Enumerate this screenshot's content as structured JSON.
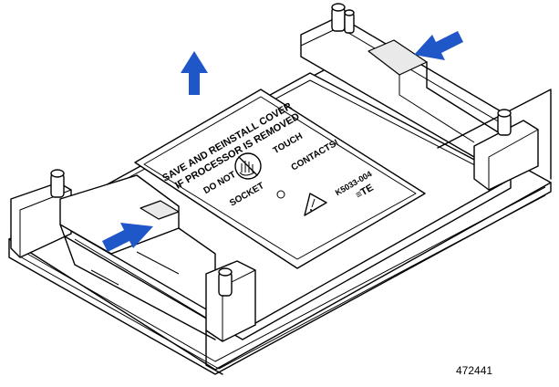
{
  "cover": {
    "line1": "SAVE AND REINSTALL COVER",
    "line2": "IF PROCESSOR IS REMOVED",
    "do_not": "DO NOT",
    "touch": "TOUCH",
    "socket": "SOCKET",
    "contacts": "CONTACTS!",
    "part_number": "K5033-004",
    "brand": "≡TE"
  },
  "figure_number": "472441",
  "arrows": [
    {
      "name": "lift-arrow",
      "meaning": "up"
    },
    {
      "name": "press-arrow-top-right",
      "meaning": "press"
    },
    {
      "name": "press-arrow-bottom-left",
      "meaning": "press"
    }
  ],
  "colors": {
    "arrow": "#1f56c8",
    "line": "#000000",
    "background": "#ffffff"
  }
}
